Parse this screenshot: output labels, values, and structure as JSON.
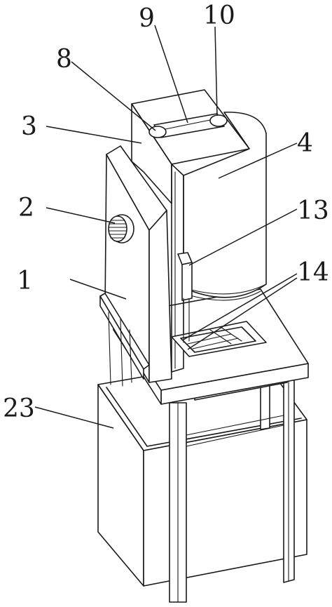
{
  "labels": {
    "l1": "1",
    "l2": "2",
    "l3": "3",
    "l4": "4",
    "l8": "8",
    "l9": "9",
    "l10": "10",
    "l13": "13",
    "l14": "14",
    "l23": "23"
  }
}
